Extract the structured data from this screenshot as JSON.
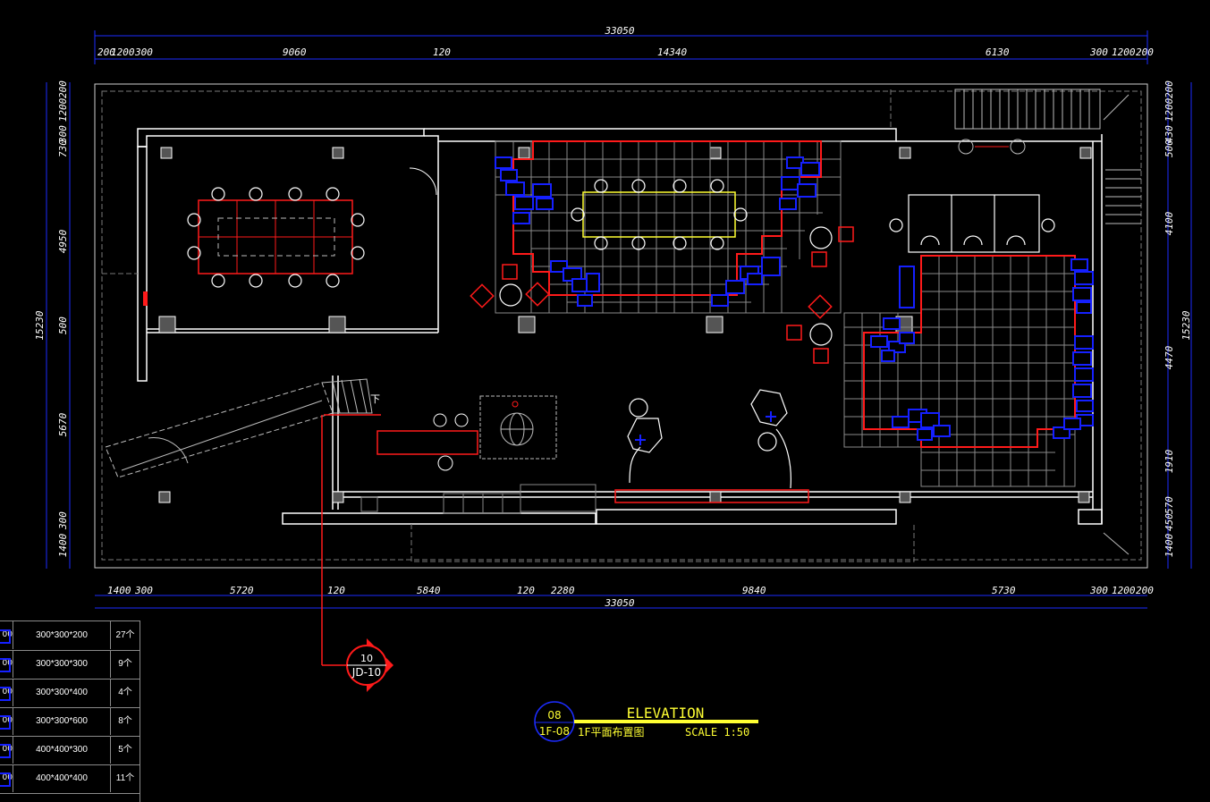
{
  "drawing": {
    "title": "ELEVATION",
    "subtitle": "1F平面布置图",
    "scale": "SCALE 1:50",
    "bubble_top": "08",
    "bubble_bottom": "1F-08",
    "callout_top": "10",
    "callout_bottom": "JD-10",
    "stair_label": "下"
  },
  "dims": {
    "top_total": "33050",
    "top_segments": [
      "200",
      "1200",
      "300",
      "9060",
      "120",
      "14340",
      "6130",
      "300",
      "1200",
      "200"
    ],
    "bottom_total": "33050",
    "bottom_segments": [
      "1400",
      "300",
      "5720",
      "120",
      "5840",
      "120",
      "2280",
      "9840",
      "5730",
      "300",
      "1200",
      "200"
    ],
    "left_total": "15230",
    "left_segments": [
      "200",
      "1200",
      "300",
      "730",
      "4950",
      "500",
      "5670",
      "300",
      "1400"
    ],
    "right_total": "15230",
    "right_segments": [
      "200",
      "1200",
      "430",
      "500",
      "4100",
      "4470",
      "1910",
      "570",
      "450",
      "1400"
    ]
  },
  "legend": {
    "rows": [
      {
        "code": "00",
        "size": "300*300*200",
        "qty": "27个"
      },
      {
        "code": "00",
        "size": "300*300*300",
        "qty": "9个"
      },
      {
        "code": "00",
        "size": "300*300*400",
        "qty": "4个"
      },
      {
        "code": "00",
        "size": "300*300*600",
        "qty": "8个"
      },
      {
        "code": "00",
        "size": "400*400*300",
        "qty": "5个"
      },
      {
        "code": "00",
        "size": "400*400*400",
        "qty": "11个"
      }
    ]
  },
  "colors": {
    "background": "#000000",
    "dimension": "#1c2cff",
    "wall": "#ffffff",
    "accent_red": "#ff1a1a",
    "accent_yellow": "#ffff33",
    "accent_blue": "#1520ff",
    "grid": "#8a8a8a"
  }
}
